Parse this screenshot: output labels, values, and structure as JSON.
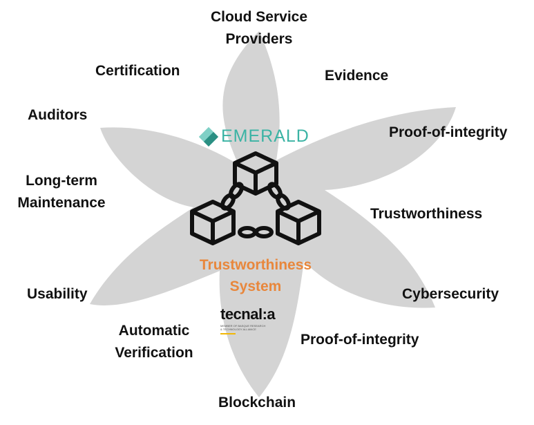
{
  "labels": {
    "cloud_service_providers": [
      "Cloud Service",
      "Providers"
    ],
    "certification": "Certification",
    "evidence": "Evidence",
    "auditors": "Auditors",
    "proof_of_integrity_top": "Proof-of-integrity",
    "long_term_maintenance": [
      "Long-term",
      "Maintenance"
    ],
    "trustworthiness": "Trustworthiness",
    "usability": "Usability",
    "cybersecurity": "Cybersecurity",
    "automatic_verification": [
      "Automatic",
      "Verification"
    ],
    "proof_of_integrity_bottom": "Proof-of-integrity",
    "blockchain": "Blockchain"
  },
  "center": {
    "emerald_logo_text": "EMERALD",
    "system_title": [
      "Trustworthiness",
      "System"
    ],
    "tecnalia_logo_text": "tecnal:a",
    "tecnalia_tagline": [
      "MEMBER OF BASQUE RESEARCH",
      "& TECHNOLOGY ALLIANCE"
    ]
  },
  "icons": {
    "emerald": "emerald-logo-icon",
    "blockchain": "blockchain-chain-cubes-icon",
    "tecnalia": "tecnalia-logo-icon"
  },
  "colors": {
    "star_fill": "#d4d4d4",
    "label_text": "#111111",
    "system_title": "#e8873c",
    "emerald_brand": "#3bb3a4",
    "tecnalia_accent": "#f2b705"
  }
}
